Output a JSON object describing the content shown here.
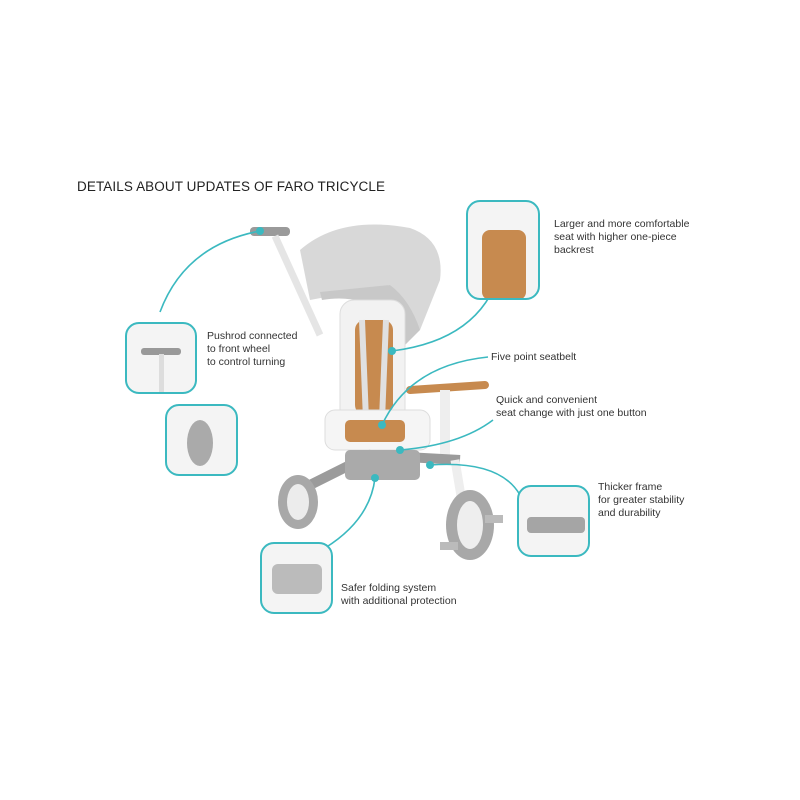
{
  "title": "DETAILS ABOUT UPDATES OF FARO TRICYCLE",
  "accent_color": "#3bb9c0",
  "callouts": [
    {
      "id": "seat",
      "text": "Larger and more comfortable\nseat with higher one-piece\nbackrest"
    },
    {
      "id": "pushrod",
      "text": "Pushrod connected\nto front wheel\nto control turning"
    },
    {
      "id": "seatbelt",
      "text": "Five point seatbelt"
    },
    {
      "id": "seat-change",
      "text": "Quick and convenient\nseat change with just one button"
    },
    {
      "id": "frame",
      "text": "Thicker frame\nfor greater stability\nand durability"
    },
    {
      "id": "folding",
      "text": "Safer folding system\nwith additional protection"
    }
  ]
}
